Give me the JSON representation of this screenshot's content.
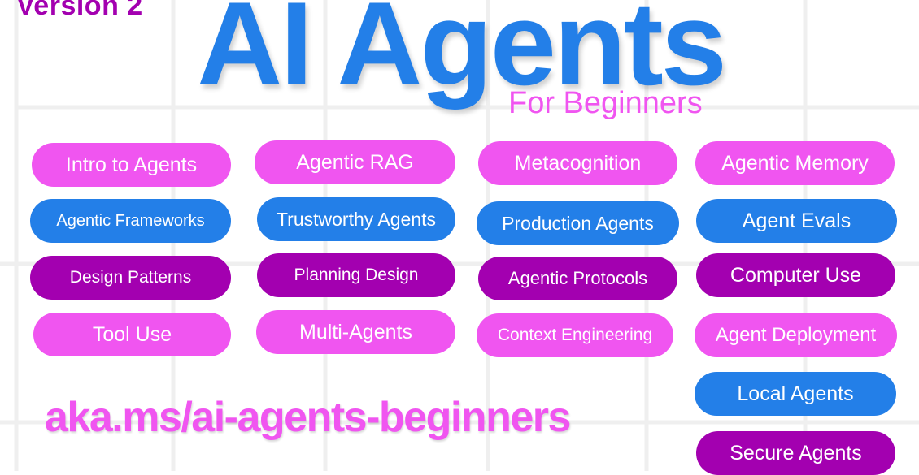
{
  "header": {
    "version": "Version 2",
    "title": "AI Agents",
    "subtitle": "For Beginners"
  },
  "lessons": [
    {
      "label": "Intro to Agents",
      "color": "pink"
    },
    {
      "label": "Agentic Frameworks",
      "color": "blue"
    },
    {
      "label": "Design Patterns",
      "color": "purple"
    },
    {
      "label": "Tool Use",
      "color": "pink"
    },
    {
      "label": "Agentic RAG",
      "color": "pink"
    },
    {
      "label": "Trustworthy Agents",
      "color": "blue"
    },
    {
      "label": "Planning Design",
      "color": "purple"
    },
    {
      "label": "Multi-Agents",
      "color": "pink"
    },
    {
      "label": "Metacognition",
      "color": "pink"
    },
    {
      "label": "Production Agents",
      "color": "blue"
    },
    {
      "label": "Agentic Protocols",
      "color": "purple"
    },
    {
      "label": "Context Engineering",
      "color": "pink"
    },
    {
      "label": "Agentic Memory",
      "color": "pink"
    },
    {
      "label": "Agent Evals",
      "color": "blue"
    },
    {
      "label": "Computer Use",
      "color": "purple"
    },
    {
      "label": "Agent Deployment",
      "color": "pink"
    },
    {
      "label": "Local Agents",
      "color": "blue"
    },
    {
      "label": "Secure Agents",
      "color": "purple"
    }
  ],
  "footer": {
    "url": "aka.ms/ai-agents-beginners"
  },
  "colors": {
    "blue": "#237FE8",
    "pink": "#F055F0",
    "purple": "#A300B0"
  }
}
